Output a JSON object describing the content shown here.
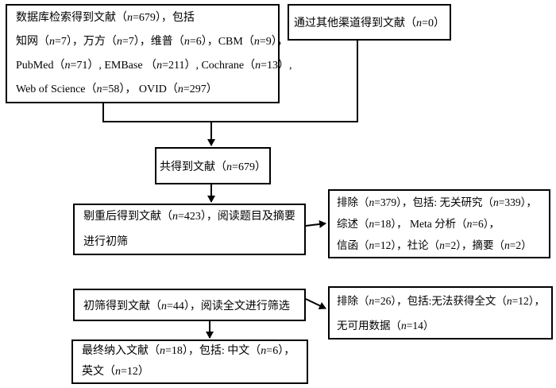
{
  "colors": {
    "background": "#ffffff",
    "box_border": "#000000",
    "connector": "#000000",
    "text": "#000000"
  },
  "flow": {
    "database_box": {
      "lines": [
        "数据库检索得到文献（n=679），包括",
        "知网（n=7），万方（n=7），维普（n=6），CBM（n=9），",
        "PubMed（n=71）, EMBase （n=211）, Cochrane（n=13）,",
        "Web of Science（n=58）， OVID（n=297）"
      ]
    },
    "other_sources_box": {
      "lines": [
        "通过其他渠道得到文献（n=0）"
      ]
    },
    "total_box": {
      "lines": [
        "共得到文献（n=679）"
      ]
    },
    "dedup_box": {
      "lines": [
        "剔重后得到文献（n=423），阅读题目及摘要",
        "进行初筛"
      ]
    },
    "excluded_initial_box": {
      "lines": [
        "排除（n=379），包括: 无关研究（n=339），",
        "综述（n=18）， Meta 分析（n=6），",
        "信函（n=12），社论（n=2），摘要（n=2）"
      ]
    },
    "fulltext_box": {
      "lines": [
        "初筛得到文献（n=44），阅读全文进行筛选"
      ]
    },
    "excluded_fulltext_box": {
      "lines": [
        "排除（n=26），包括:无法获得全文（n=12），",
        "无可用数据（n=14）"
      ]
    },
    "final_box": {
      "lines": [
        "最终纳入文献（n=18），包括: 中文（n=6），",
        "英文（n=12）"
      ]
    }
  }
}
